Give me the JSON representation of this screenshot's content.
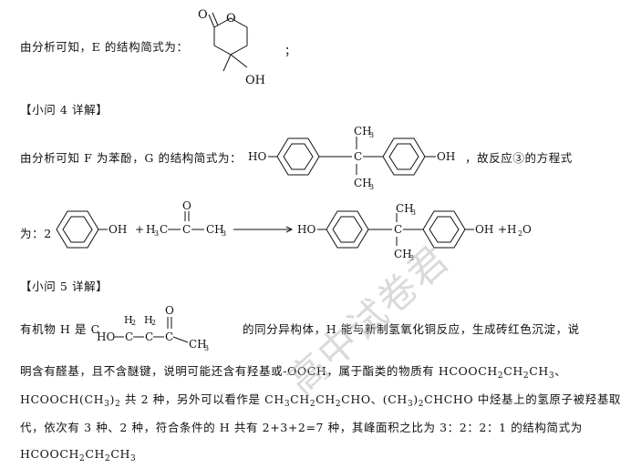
{
  "p1": {
    "text": "由分析可知，E 的结构简式为：",
    "end": "；"
  },
  "mol_e": {
    "o_carbonyl": "O",
    "o_ring": "O",
    "oh": "OH"
  },
  "h4": "【小问 4 详解】",
  "p2": {
    "text": "由分析可知 F 为苯酚，G 的结构简式为：",
    "after": "，故反应③的方程式"
  },
  "mol_g": {
    "ho": "HO",
    "oh": "OH",
    "ch3_top": "CH",
    "ch3_bottom": "CH",
    "sub3": "3",
    "c": "C"
  },
  "p3": {
    "prefix": "为：2",
    "plus1": "+",
    "plus2": "+H",
    "water_sub": "2",
    "water_o": "O"
  },
  "eq": {
    "oh": "OH",
    "h3c": "H",
    "c1": "C",
    "c2": "C",
    "ch3": "CH",
    "o": "O",
    "ho": "HO",
    "oh2": "OH",
    "ch3a": "CH",
    "ch3b": "CH",
    "c3": "C",
    "sub3": "3"
  },
  "h5": "【小问 5 详解】",
  "p4": {
    "prefix": "有机物 H 是 C",
    "after": "的同分异构体，H 能与新制氢氧化铜反应，生成砖红色沉淀，说"
  },
  "mol_h": {
    "ho": "HO",
    "c1": "C",
    "c2": "C",
    "c3": "C",
    "h": "H",
    "sub2": "2",
    "ch3": "CH",
    "sub3": "3",
    "o": "O"
  },
  "p5": "明含有醛基，且不含醚键，说明可能还含有羟基或-OOCH，属于酯类的物质有 HCOOCH",
  "p5_tail": "、",
  "p6a": "HCOOCH(CH",
  "p6b": "共 2 种，另外可以看作是 CH",
  "p6c": "CHO、(CH",
  "p6d": "CHCHO 中烃基上的氢原子被羟基取",
  "p7": "代，依次有 3 种、2 种，符合条件的 H 共有 2+3+2=7 种，其峰面积之比为 3：2：2：1 的结构简式为",
  "p8": "HCOOCH",
  "watermark": "高中试卷君"
}
